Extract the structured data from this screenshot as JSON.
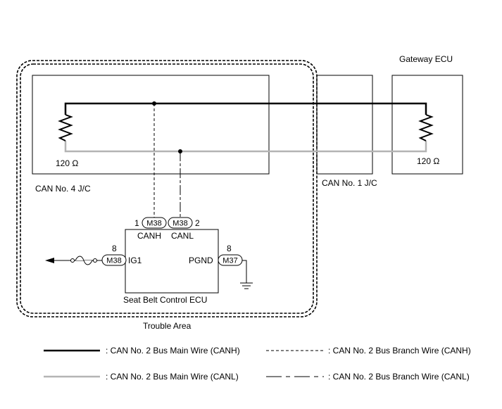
{
  "labels": {
    "gateway_ecu": "Gateway ECU",
    "jc4": "CAN No. 4 J/C",
    "jc1": "CAN No. 1 J/C",
    "res_left": "120 Ω",
    "res_right": "120 Ω",
    "ecu": "Seat Belt Control ECU",
    "trouble_area": "Trouble Area"
  },
  "connectors": {
    "canh": {
      "code": "M38",
      "pin": "1",
      "signal": "CANH"
    },
    "canl": {
      "code": "M38",
      "pin": "2",
      "signal": "CANL"
    },
    "ig1": {
      "code": "M38",
      "pin": "8",
      "signal": "IG1"
    },
    "pgnd": {
      "code": "M37",
      "pin": "8",
      "signal": "PGND"
    }
  },
  "legend": [
    {
      "text": ": CAN No. 2 Bus Main Wire (CANH)",
      "style": "main-canh"
    },
    {
      "text": ": CAN No. 2 Bus Branch Wire (CANH)",
      "style": "branch-canh"
    },
    {
      "text": ": CAN No. 2 Bus Main Wire (CANL)",
      "style": "main-canl"
    },
    {
      "text": ": CAN No. 2 Bus Branch Wire (CANL)",
      "style": "branch-canl"
    }
  ]
}
